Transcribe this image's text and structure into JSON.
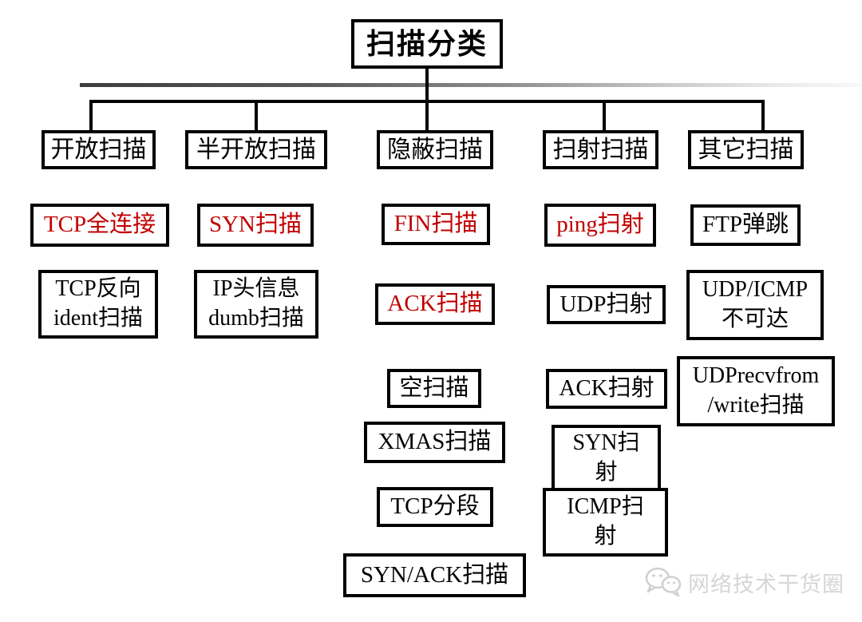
{
  "diagram": {
    "title": "扫描分类",
    "branches": [
      {
        "label": "开放扫描",
        "children": [
          {
            "label": "TCP全连接",
            "highlight": true
          },
          {
            "label": "TCP反向\nident扫描",
            "highlight": false
          }
        ]
      },
      {
        "label": "半开放扫描",
        "children": [
          {
            "label": "SYN扫描",
            "highlight": true
          },
          {
            "label": "IP头信息\ndumb扫描",
            "highlight": false
          }
        ]
      },
      {
        "label": "隐蔽扫描",
        "children": [
          {
            "label": "FIN扫描",
            "highlight": true
          },
          {
            "label": "ACK扫描",
            "highlight": true
          },
          {
            "label": "空扫描",
            "highlight": false
          },
          {
            "label": "XMAS扫描",
            "highlight": false
          },
          {
            "label": "TCP分段",
            "highlight": false
          },
          {
            "label": "SYN/ACK扫描",
            "highlight": false
          }
        ]
      },
      {
        "label": "扫射扫描",
        "children": [
          {
            "label": "ping扫射",
            "highlight": true
          },
          {
            "label": "UDP扫射",
            "highlight": false
          },
          {
            "label": "ACK扫射",
            "highlight": false
          },
          {
            "label": "SYN扫\n射",
            "highlight": false
          },
          {
            "label": "ICMP扫\n射",
            "highlight": false
          }
        ]
      },
      {
        "label": "其它扫描",
        "children": [
          {
            "label": "FTP弹跳",
            "highlight": false
          },
          {
            "label": "UDP/ICMP\n不可达",
            "highlight": false
          },
          {
            "label": "UDPrecvfrom\n/write扫描",
            "highlight": false
          }
        ]
      }
    ],
    "watermark": {
      "text": "网络技术干货圈",
      "icon": "wechat-icon"
    },
    "colors": {
      "highlight_text": "#c00000",
      "node_text": "#000000",
      "node_border": "#000000",
      "watermark_text": "#d6d6d6"
    }
  }
}
